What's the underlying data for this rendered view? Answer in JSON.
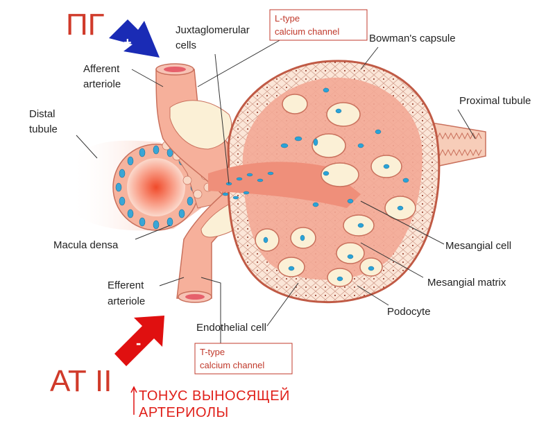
{
  "titles": {
    "top_left": "ПГ",
    "bottom_left": "АТ II",
    "bottom_note_line1": "ТОНУС ВЫНОСЯЩЕЙ",
    "bottom_note_line2": "АРТЕРИОЛЫ"
  },
  "signs": {
    "plus": "+",
    "minus": "-"
  },
  "boxes": {
    "l_type_line1": "L-type",
    "l_type_line2": "calcium channel",
    "t_type_line1": "T-type",
    "t_type_line2": "calcium channel"
  },
  "labels": {
    "juxta_line1": "Juxtaglomerular",
    "juxta_line2": "cells",
    "bowmans": "Bowman's capsule",
    "afferent_line1": "Afferent",
    "afferent_line2": "arteriole",
    "distal_line1": "Distal",
    "distal_line2": "tubule",
    "proximal": "Proximal tubule",
    "macula": "Macula densa",
    "mesangial_cell": "Mesangial cell",
    "mesangial_matrix": "Mesangial matrix",
    "efferent_line1": "Efferent",
    "efferent_line2": "arteriole",
    "podocyte": "Podocyte",
    "endothelial": "Endothelial cell"
  },
  "colors": {
    "accent_red": "#d03a2a",
    "arrow_blue": "#1a2bb5",
    "arrow_red": "#e01010",
    "tissue_pink": "#f3a996",
    "capsule_fill": "#fbe3d3",
    "capillary_cream": "#fbf0d6",
    "nucleus_blue": "#2aa3d8"
  }
}
